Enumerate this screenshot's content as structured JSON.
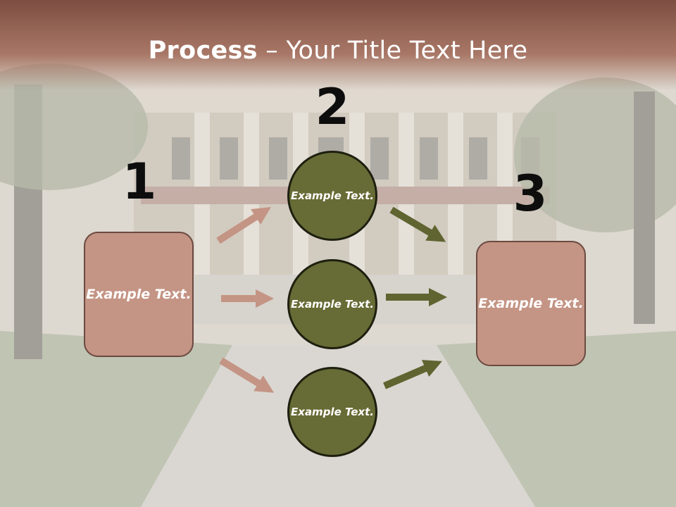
{
  "title": {
    "bold": "Process",
    "rest": " – Your Title Text Here"
  },
  "steps": [
    {
      "number": "1"
    },
    {
      "number": "2"
    },
    {
      "number": "3"
    }
  ],
  "left_box": {
    "text": "Example Text."
  },
  "right_box": {
    "text": "Example Text."
  },
  "circles": [
    {
      "text": "Example Text."
    },
    {
      "text": "Example Text."
    },
    {
      "text": "Example Text."
    }
  ],
  "colors": {
    "header": "#a87766",
    "box_fill": "#c49484",
    "circle_fill": "#676b35",
    "arrow_left": "#c49484",
    "arrow_right": "#5f6430"
  }
}
